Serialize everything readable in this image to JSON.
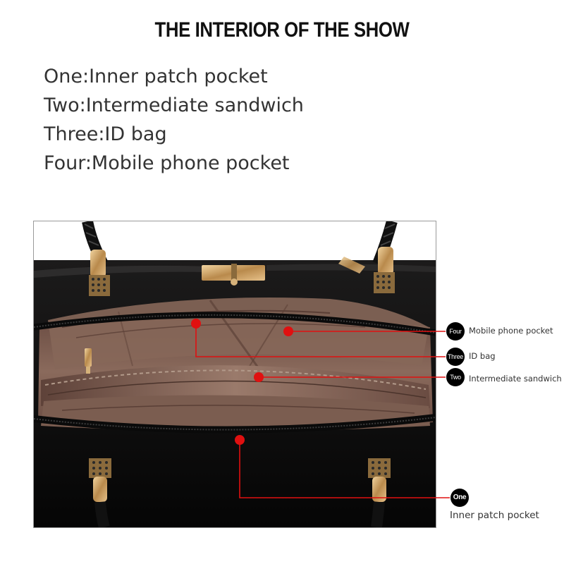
{
  "title": "THE INTERIOR OF THE SHOW",
  "features": [
    "One:Inner patch pocket",
    "Two:Intermediate sandwich",
    "Three:ID bag",
    "Four:Mobile phone pocket"
  ],
  "callouts": [
    {
      "badge": "Four",
      "label": "Mobile phone pocket"
    },
    {
      "badge": "Three",
      "label": "ID bag"
    },
    {
      "badge": "Two",
      "label": "Intermediate sandwich"
    },
    {
      "badge": "One",
      "label": "Inner patch pocket"
    }
  ],
  "colors": {
    "marker": "#e01010",
    "bag_leather": "#0e0d0d",
    "lining": "#7a5b4f",
    "hardware": "#c9a066"
  }
}
